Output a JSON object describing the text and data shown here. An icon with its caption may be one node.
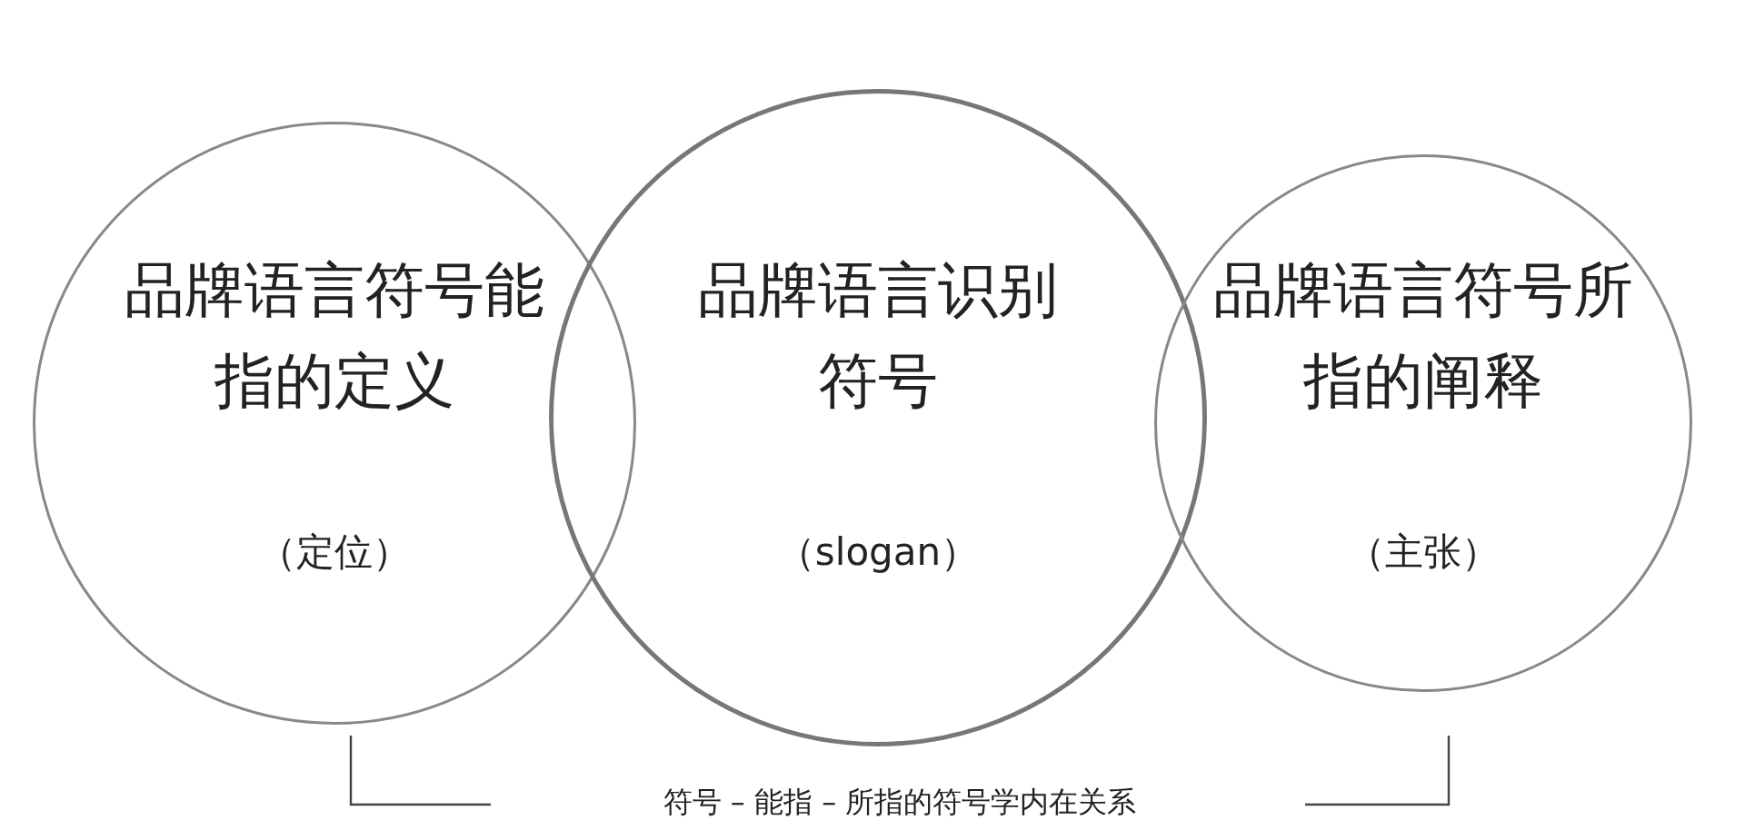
{
  "diagram": {
    "nodes": [
      {
        "text": [
          "品牌语言符号能指的定义",
          "（定位）"
        ]
      },
      {
        "text": [
          "品牌语言识别符号",
          "（slogan）"
        ]
      },
      {
        "text": [
          "品牌语言符号所指的阐释",
          "（主张）"
        ]
      }
    ],
    "labels": [
      "符号 – 能指 – 所指的符号学内在关系"
    ]
  }
}
